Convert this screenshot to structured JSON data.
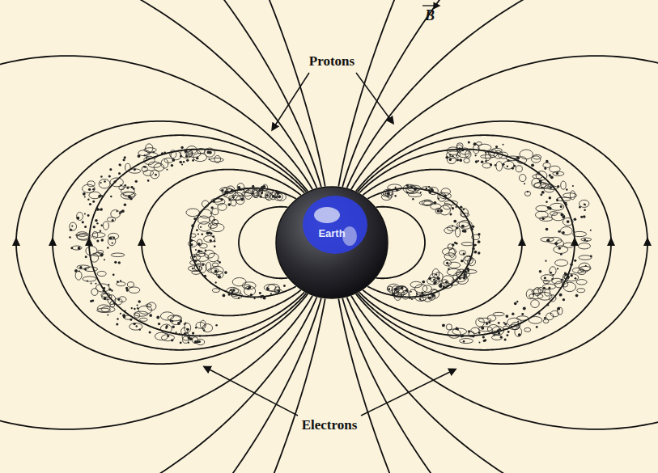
{
  "diagram": {
    "nodes": [
      {
        "text": [
          "Earth"
        ]
      }
    ],
    "labels": [
      "B",
      "Protons",
      "Electrons"
    ]
  }
}
